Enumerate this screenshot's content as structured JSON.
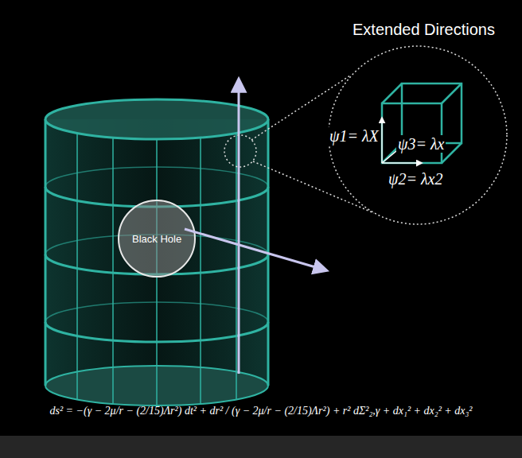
{
  "diagram": {
    "nodes": [
      {
        "text": [
          "Black Hole"
        ]
      },
      {
        "text": [
          "Extended Directions",
          "ψ1= λX",
          "ψ3= λx",
          "ψ2= λx2"
        ]
      }
    ],
    "labels": [
      "ds² = −(γ − 2μ/r − (2/15)Λr²) dt² + dr² / (γ − 2μ/r − (2/15)Λr²) + r² dΣ²₂,γ + dx₁² + dx₂² + dx₃²"
    ]
  }
}
